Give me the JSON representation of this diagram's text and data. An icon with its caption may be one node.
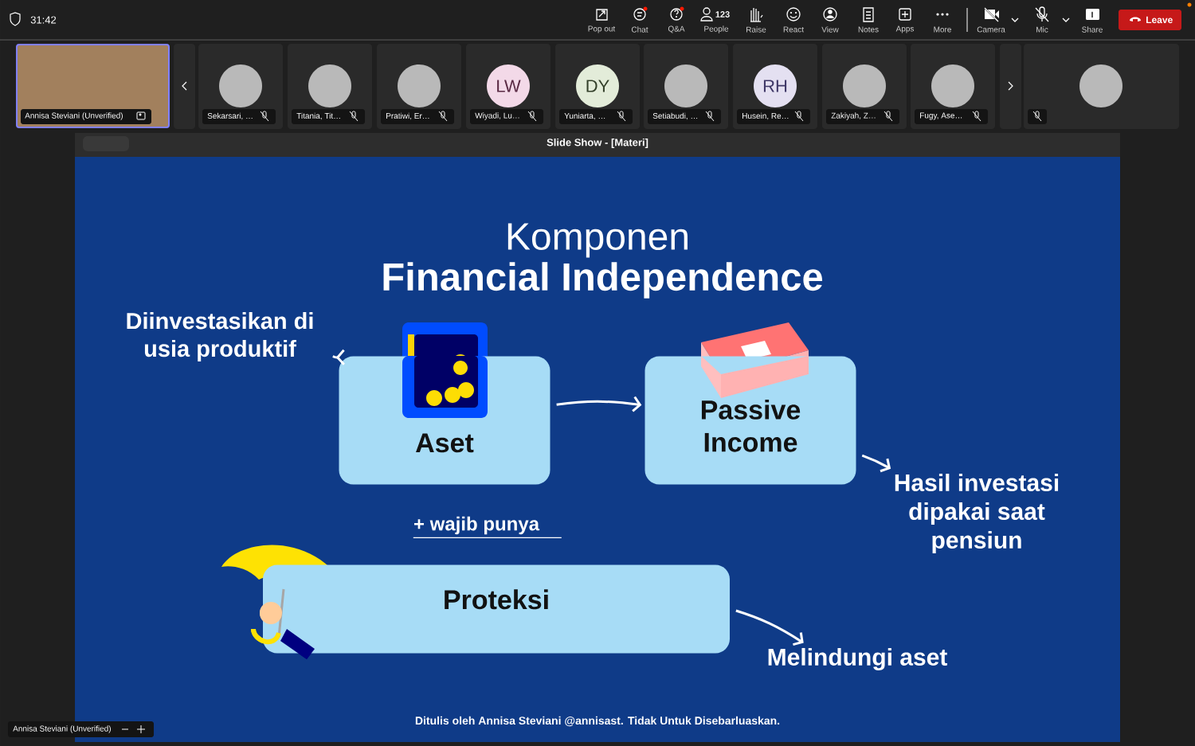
{
  "diagram": {
    "title": "Komponen",
    "nodes": [
      {
        "text": [
          "Aset"
        ]
      },
      {
        "text": [
          "Passive Income"
        ]
      },
      {
        "text": [
          "Proteksi"
        ]
      },
      {
        "text": [
          "Diinvestasikan di usia produktif"
        ]
      },
      {
        "text": [
          "Hasil investasi dipakai saat pensiun"
        ]
      },
      {
        "text": [
          "Melindungi aset"
        ]
      }
    ],
    "edges": [
      {
        "from": 0,
        "to": 3,
        "arrow": "to"
      },
      {
        "from": 0,
        "to": 1,
        "arrow": "to"
      },
      {
        "from": 1,
        "to": 4,
        "arrow": "to"
      },
      {
        "from": 2,
        "to": 5,
        "arrow": "to"
      }
    ],
    "labels": [
      "31:42",
      "Pop out",
      "Chat",
      "Q&A",
      "123",
      "People",
      "Raise",
      "React",
      "View",
      "Notes",
      "Apps",
      "More",
      "Camera",
      "Mic",
      "Share",
      "Leave",
      "Annisa Steviani (Unverified)",
      "Sekarsari, …",
      "Titania, Tit…",
      "Pratiwi, Er…",
      "LW",
      "Wiyadi, Lu…",
      "DY",
      "Yuniarta, …",
      "Setiabudi, …",
      "RH",
      "Husein, Re…",
      "Zakiyah, Z…",
      "Fugy, Ase…",
      "Slide Show - [Materi]",
      "Financial Independence",
      "+ wajib punya",
      "Ditulis oleh Annisa Steviani @annisast. Tidak Untuk Disebarluaskan.",
      "Annisa Steviani (Unverified)"
    ]
  }
}
